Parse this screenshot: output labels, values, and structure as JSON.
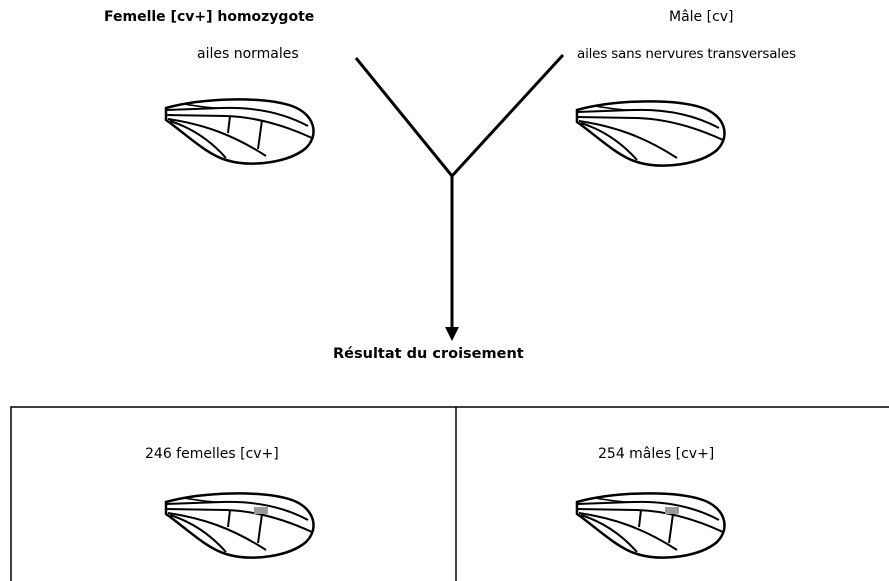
{
  "parents": {
    "female": {
      "title": "Femelle [cv+] homozygote",
      "wing_description": "ailes normales",
      "wing_icon": "normal-wing-icon"
    },
    "male": {
      "title": "Mâle [cv]",
      "wing_description": "ailes sans nervures transversales",
      "wing_icon": "wing-without-crossveins-icon"
    }
  },
  "cross": {
    "result_label": "Résultat du croisement"
  },
  "offspring": {
    "females": {
      "label": "246 femelles [cv+]",
      "count": 246,
      "phenotype": "[cv+]",
      "wing_icon": "normal-wing-icon"
    },
    "males": {
      "label": "254 mâles [cv+]",
      "count": 254,
      "phenotype": "[cv+]",
      "wing_icon": "normal-wing-icon"
    }
  },
  "colors": {
    "line": "#000000",
    "wing_shade": "#9a9a9a"
  }
}
